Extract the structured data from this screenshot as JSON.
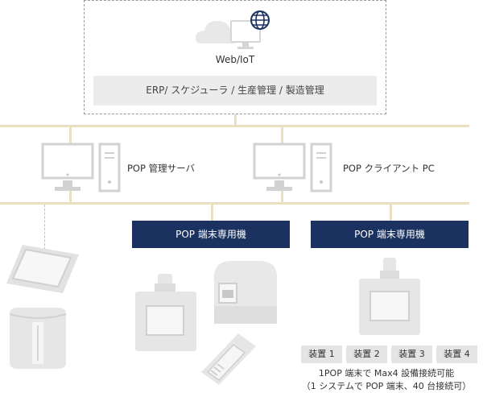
{
  "cloud": {
    "label": "Web/IoT",
    "erp": "ERP/ スケジューラ / 生産管理 / 製造管理"
  },
  "servers": {
    "server_label": "POP 管理サーバ",
    "client_label": "POP クライアント PC"
  },
  "terminals": {
    "left_title": "POP 端末専用機",
    "right_title": "POP 端末専用機"
  },
  "devices": [
    "装置 1",
    "装置 2",
    "装置 3",
    "装置 4"
  ],
  "note": {
    "line1": "1POP 端末で Max4 設備接続可能",
    "line2": "（1 システムで POP 端末、40 台接続可）"
  },
  "colors": {
    "bus": "#e9dfc1",
    "navy": "#1b3260",
    "device": "#e6e6e6"
  }
}
